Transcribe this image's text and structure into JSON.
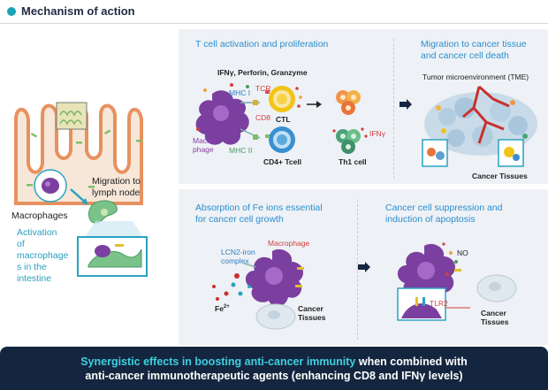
{
  "header": {
    "title": "Mechanism of action"
  },
  "left": {
    "migration_label": "Migration to\nlymph node",
    "macrophages_label": "Macrophages",
    "activation_label": "Activation\nof\nmacrophage\ns in the\nintestine"
  },
  "panel_t_cell": {
    "title": "T cell activation and proliferation",
    "cytokines": "IFNγ, Perforin, Granzyme",
    "mhc1": "MHC I",
    "tcr": "TCR",
    "cd8": "CD8",
    "ctl": "CTL",
    "macrophage": "Macro-\nphage",
    "mhc2": "MHC II",
    "cd4": "CD4+ Tcell",
    "ifng": "IFNγ",
    "th1": "Th1 cell"
  },
  "panel_migration": {
    "title": "Migration to cancer tissue\nand cancer cell death",
    "tme": "Tumor microenvironment (TME)",
    "cancer_tissues": "Cancer Tissues"
  },
  "panel_fe": {
    "title": "Absorption of Fe ions essential\nfor cancer cell growth",
    "lcn2": "LCN2-iron\ncomplex",
    "macrophage": "Macrophage",
    "fe": "Fe",
    "fe_sup": "2+",
    "cancer_tissues": "Cancer\nTissues"
  },
  "panel_apoptosis": {
    "title": "Cancer cell suppression and\ninduction of apoptosis",
    "no": "NO",
    "tlr2": "TLR2",
    "cancer_tissues": "Cancer\nTissues"
  },
  "banner": {
    "highlight": "Synergistic effects in boosting anti-cancer immunity",
    "line1_rest": " when combined with",
    "line2": "anti-cancer immunotherapeutic agents (enhancing CD8 and IFNγ levels)"
  },
  "colors": {
    "accent_cyan": "#3fd0e0",
    "section_blue": "#2a8fcf",
    "banner_bg": "#14263f",
    "macrophage_purple": "#7b3fa0",
    "ctl_yellow": "#f2c418",
    "th_blue": "#3a8fd0"
  }
}
